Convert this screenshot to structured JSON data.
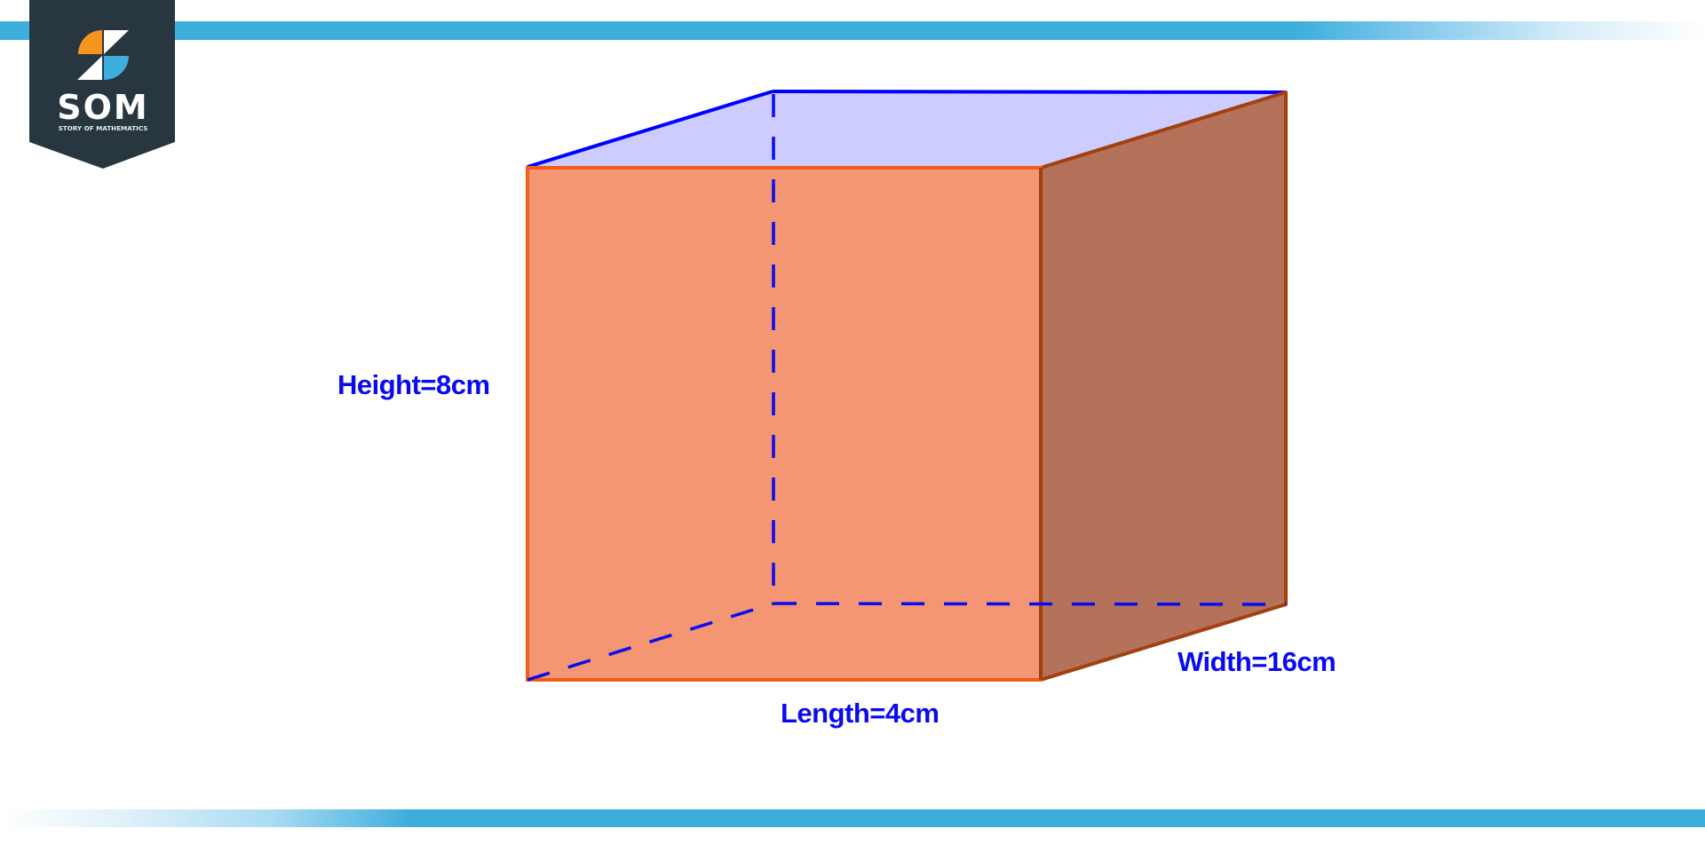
{
  "logo": {
    "abbreviation": "SOM",
    "tagline": "STORY OF MATHEMATICS",
    "colors": {
      "badge": "#283640",
      "orange": "#f7941d",
      "blue": "#3eaedd",
      "white": "#ffffff"
    }
  },
  "decor": {
    "stripe_color": "#3eaedd"
  },
  "figure": {
    "shape": "rectangular prism (cuboid)",
    "labels": {
      "height": "Height=8cm",
      "length": "Length=4cm",
      "width": "Width=16cm"
    },
    "dimensions": {
      "height_cm": 8,
      "length_cm": 4,
      "width_cm": 16
    },
    "colors": {
      "front_face": "#f49673",
      "front_edge": "#f25c19",
      "right_face": "#b37259",
      "right_edge": "#a3400f",
      "top_face": "#ccccff",
      "top_edge": "#0000ff",
      "hidden_edge": "#0a0af0",
      "label_text": "#0a0af0"
    }
  }
}
